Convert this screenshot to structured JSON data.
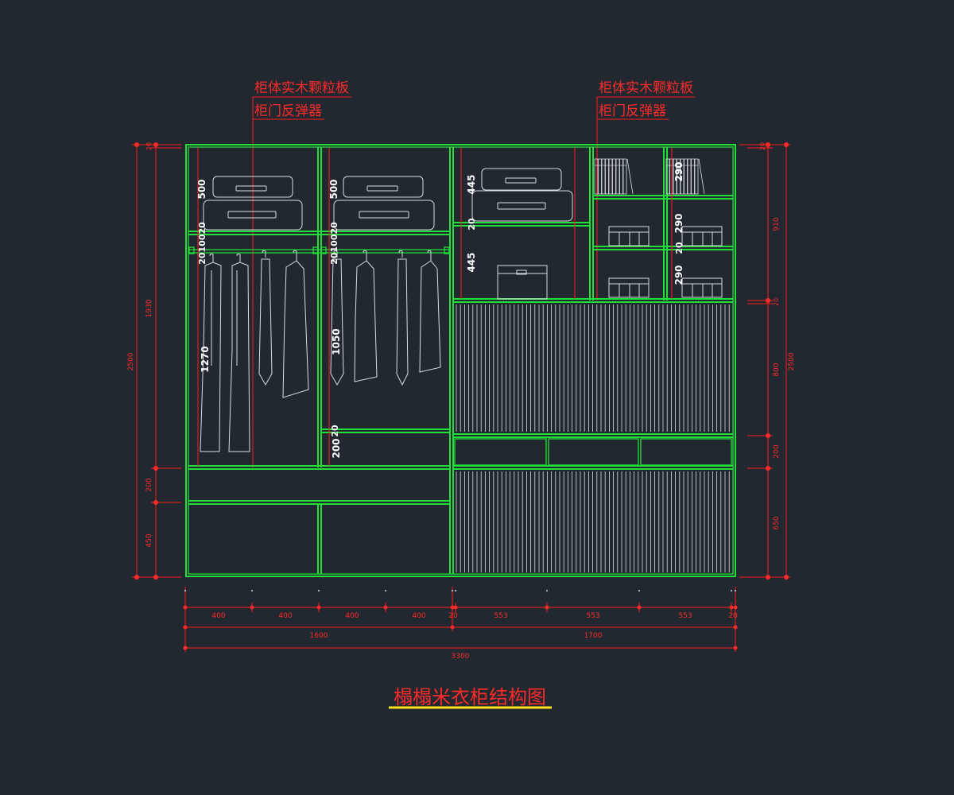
{
  "title": "榻榻米衣柜结构图",
  "colors": {
    "background": "#212830",
    "frame": "#22e03a",
    "dimension": "#ff1a1a",
    "detail": "#d9dde2",
    "title_underline": "#ffe21a"
  },
  "callouts": [
    {
      "line1": "柜体实木颗粒板",
      "line2": "柜门反弹器"
    },
    {
      "line1": "柜体实木颗粒板",
      "line2": "柜门反弹器"
    }
  ],
  "dims_bottom_row1": [
    "400",
    "400",
    "400",
    "400",
    "20",
    "553",
    "553",
    "553",
    "20"
  ],
  "dims_bottom_row2": [
    "1600",
    "1700"
  ],
  "dims_bottom_row3": [
    "3300"
  ],
  "dims_left": {
    "total": "2500",
    "upper": "1930",
    "drawer": "200",
    "base": "450",
    "top": "20"
  },
  "dims_right": {
    "total": "2500",
    "upper": "910",
    "mid": "20",
    "door": "800",
    "drawer": "200",
    "base": "650",
    "top": "20"
  },
  "inner_dims": {
    "top_box_left": "500",
    "top_box_mid": "500",
    "rail_left": "2010020",
    "rail_mid": "2010020",
    "hang_left": "1270",
    "hang_mid": "1050",
    "shelf_mid_a": "20",
    "shelf_mid_b": "200",
    "right_a": "445",
    "right_b": "20",
    "right_c": "445",
    "cubby_a": "290",
    "cubby_b": "290",
    "cubby_c": "20",
    "cubby_d": "290"
  }
}
